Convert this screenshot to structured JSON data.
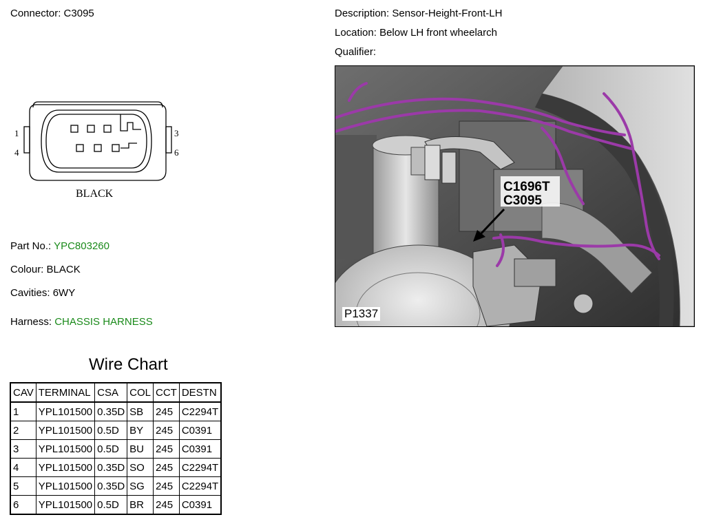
{
  "connector": {
    "label": "Connector:",
    "value": "C3095"
  },
  "description": {
    "label": "Description:",
    "value": "Sensor-Height-Front-LH"
  },
  "location": {
    "label": "Location:",
    "value": "Below LH front wheelarch"
  },
  "qualifier": {
    "label": "Qualifier:",
    "value": ""
  },
  "diagram": {
    "pin_left_top": "1",
    "pin_left_bottom": "4",
    "pin_right_top": "3",
    "pin_right_bottom": "6",
    "colour_caption": "BLACK"
  },
  "part_no": {
    "label": "Part No.:",
    "value": "YPC803260"
  },
  "colour": {
    "label": "Colour:",
    "value": "BLACK"
  },
  "cavities": {
    "label": "Cavities:",
    "value": "6WY"
  },
  "harness": {
    "label": "Harness:",
    "value": "CHASSIS HARNESS"
  },
  "wire_chart": {
    "title": "Wire Chart",
    "headers": [
      "CAV",
      "TERMINAL",
      "CSA",
      "COL",
      "CCT",
      "DESTN"
    ],
    "rows": [
      [
        "1",
        "YPL101500",
        "0.35D",
        "SB",
        "245",
        "C2294T"
      ],
      [
        "2",
        "YPL101500",
        "0.5D",
        "BY",
        "245",
        "C0391"
      ],
      [
        "3",
        "YPL101500",
        "0.5D",
        "BU",
        "245",
        "C0391"
      ],
      [
        "4",
        "YPL101500",
        "0.35D",
        "SO",
        "245",
        "C2294T"
      ],
      [
        "5",
        "YPL101500",
        "0.35D",
        "SG",
        "245",
        "C2294T"
      ],
      [
        "6",
        "YPL101500",
        "0.5D",
        "BR",
        "245",
        "C0391"
      ]
    ]
  },
  "photo": {
    "callout_1": "C1696T",
    "callout_2": "C3095",
    "ref": "P1337",
    "harness_color": "#9b3aa8"
  }
}
